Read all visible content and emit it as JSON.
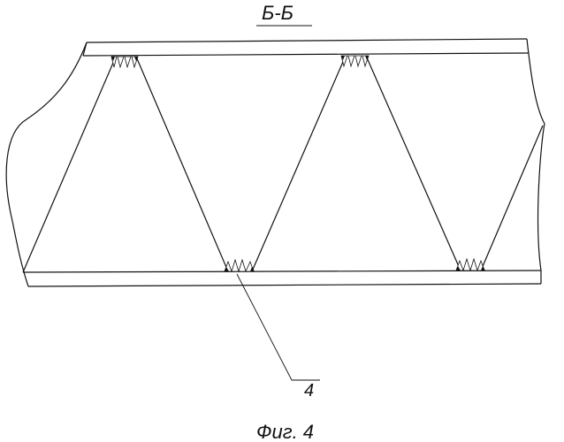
{
  "section_title": "Б-Б",
  "callout_label": "4",
  "figure_caption": "Фиг. 4",
  "colors": {
    "line": "#111111",
    "background": "#ffffff"
  }
}
